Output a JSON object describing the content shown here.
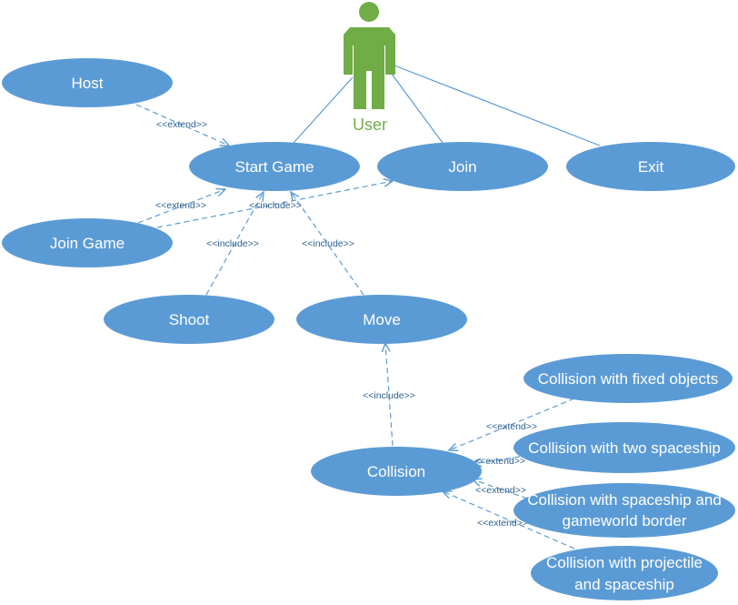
{
  "actor": {
    "label": "User"
  },
  "use_cases": {
    "host": "Host",
    "start_game": "Start Game",
    "join": "Join",
    "exit": "Exit",
    "join_game": "Join Game",
    "shoot": "Shoot",
    "move": "Move",
    "collision": "Collision",
    "coll_fixed": "Collision with fixed objects",
    "coll_two_ships": "Collision with two spaceship",
    "coll_border_1": "Collision with spaceship and",
    "coll_border_2": "gameworld border",
    "coll_proj_1": "Collision with projectile",
    "coll_proj_2": "and spaceship"
  },
  "relations": {
    "extend": "<<extend>>",
    "include": "<<include>>"
  },
  "colors": {
    "use_case_fill": "#5b9bd5",
    "actor": "#70ad47",
    "line": "#5b9bd5"
  }
}
